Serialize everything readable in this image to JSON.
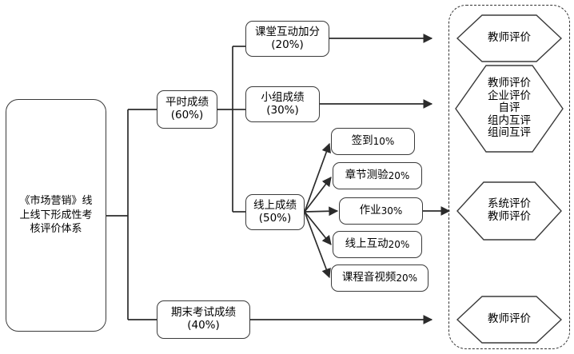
{
  "diagram": {
    "title_node": {
      "lines": [
        "《市场营销》线",
        "上线下形成性考",
        "核评价体系"
      ]
    },
    "level2": [
      {
        "name": "平时成绩",
        "weight": "(60%)"
      },
      {
        "name": "期末考试成绩",
        "weight": "(40%)"
      }
    ],
    "level3": [
      {
        "name": "课堂互动加分",
        "weight": "(20%)"
      },
      {
        "name": "小组成绩",
        "weight": "(30%)"
      },
      {
        "name": "线上成绩",
        "weight": "(50%)"
      }
    ],
    "online_items": [
      {
        "label": "签到",
        "pct": "10%"
      },
      {
        "label": "章节测验",
        "pct": "20%"
      },
      {
        "label": "作业",
        "pct": "30%"
      },
      {
        "label": "线上互动",
        "pct": "20%"
      },
      {
        "label": "课程音视频",
        "pct": "20%"
      }
    ],
    "evaluators": [
      {
        "lines": [
          "教师评价"
        ]
      },
      {
        "lines": [
          "教师评价",
          "企业评价",
          "自评",
          "组内互评",
          "组间互评"
        ]
      },
      {
        "lines": [
          "系统评价",
          "教师评价"
        ]
      },
      {
        "lines": [
          "教师评价"
        ]
      }
    ],
    "colors": {
      "stroke": "#3a3a3a",
      "line": "#2b2b2b",
      "background": "#ffffff",
      "text": "#000000"
    }
  }
}
